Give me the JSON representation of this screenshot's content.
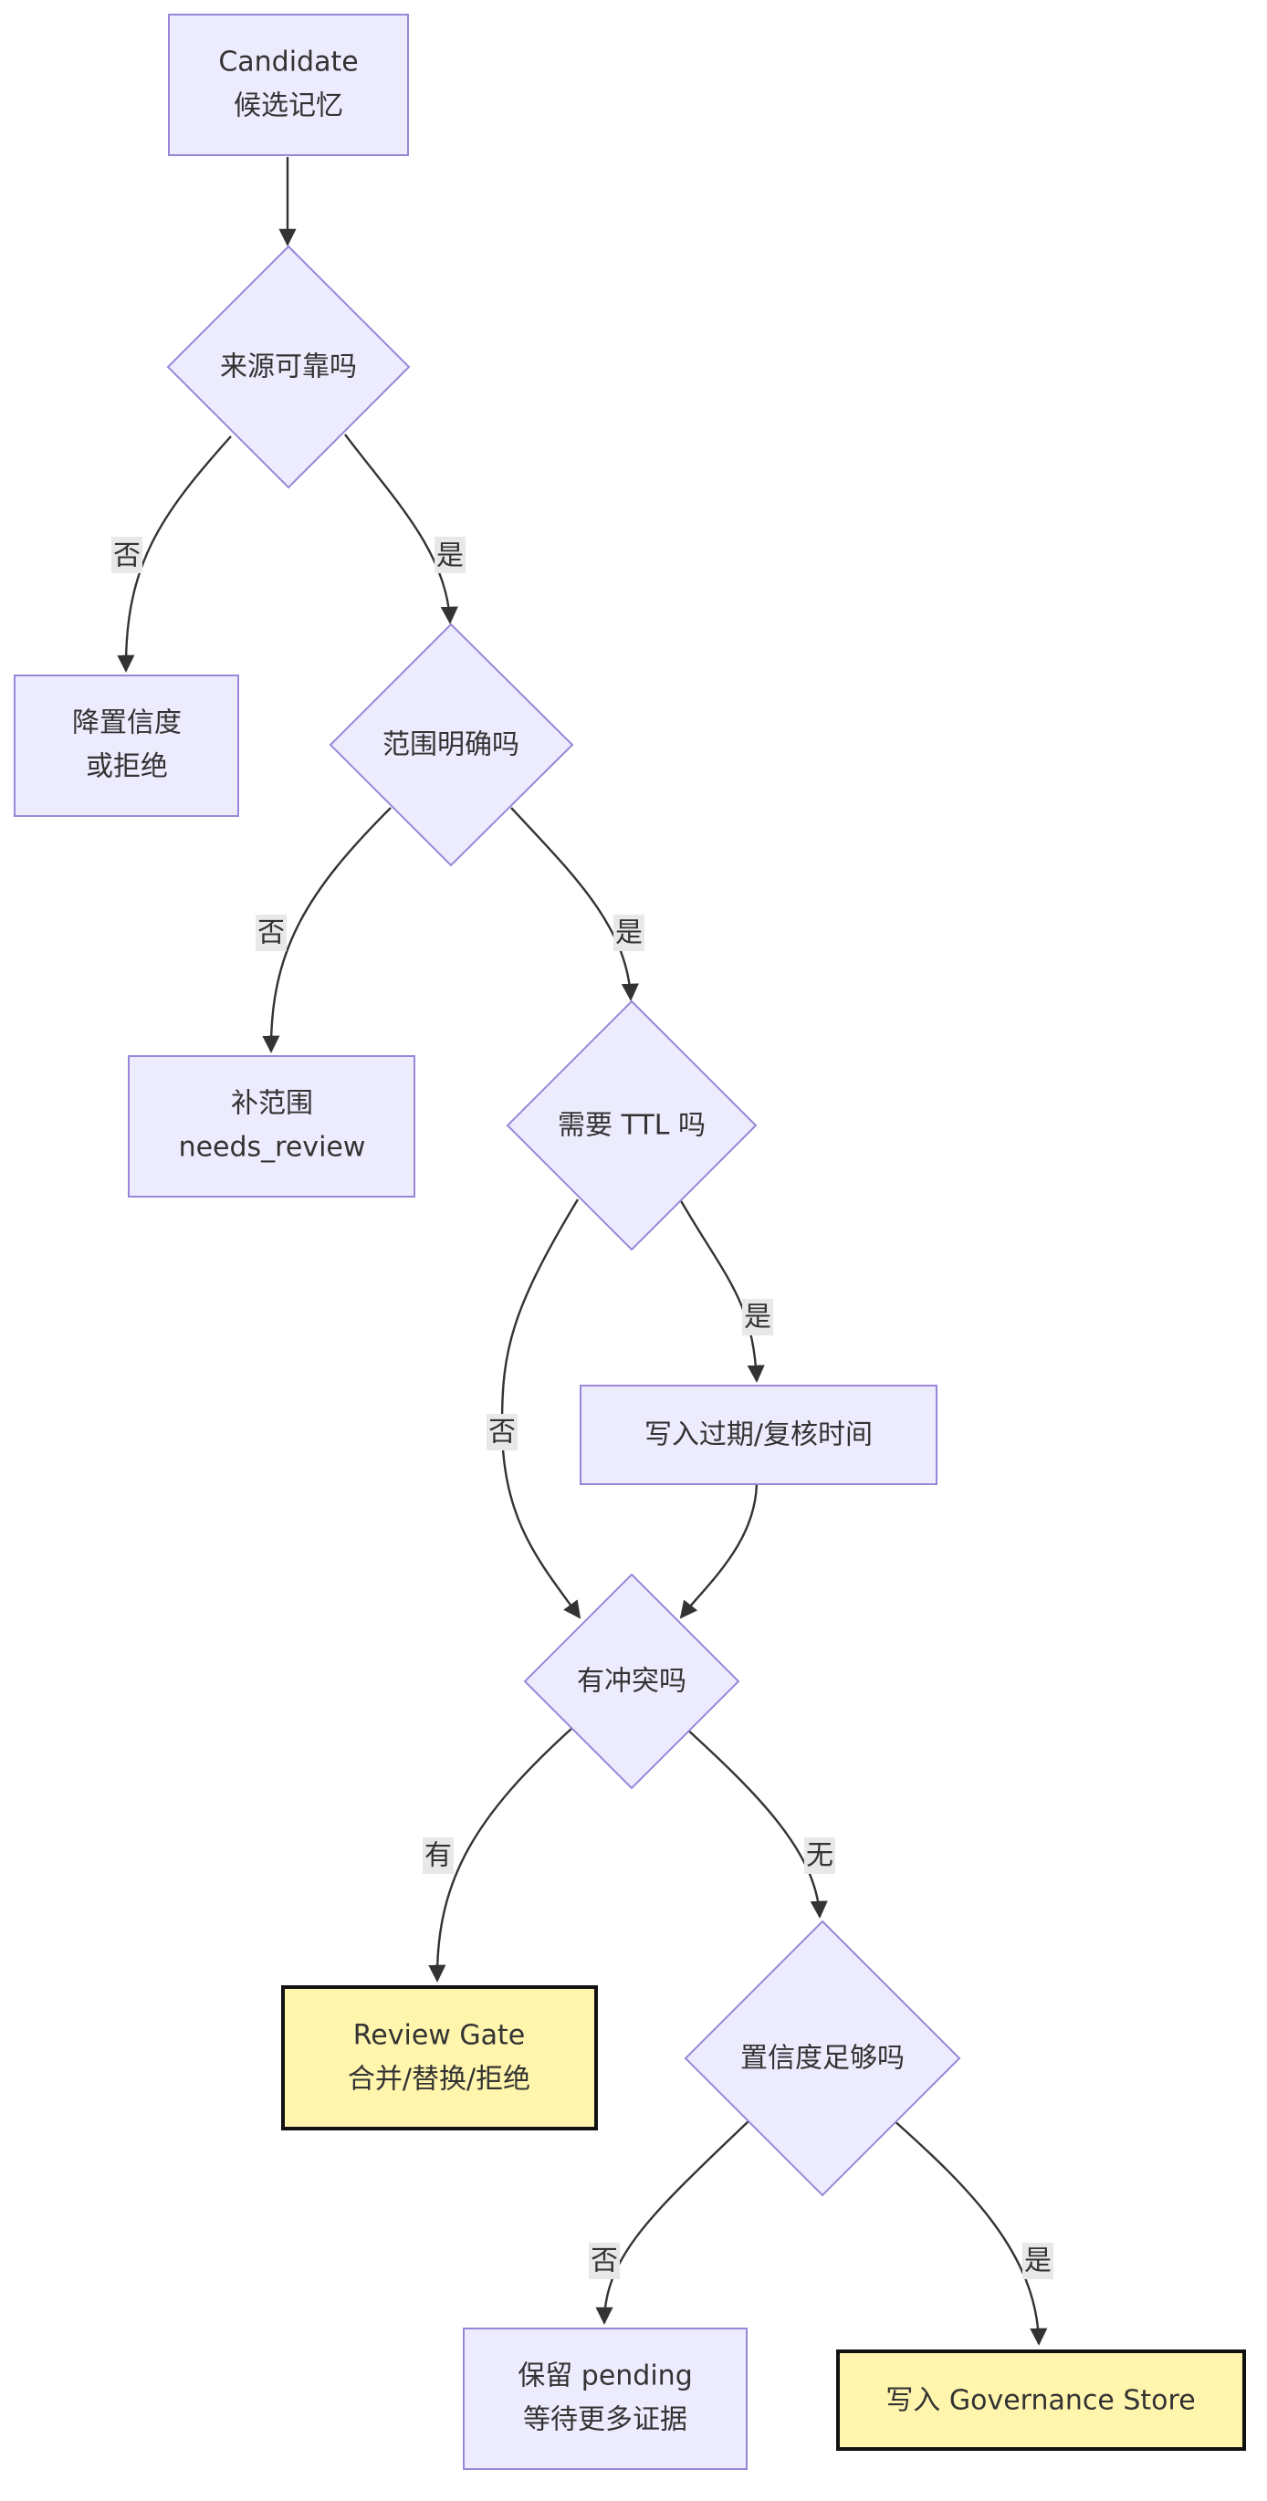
{
  "nodes": {
    "candidate": {
      "line1": "Candidate",
      "line2": "候选记忆"
    },
    "source_reliable": {
      "label": "来源可靠吗"
    },
    "lower_confidence": {
      "line1": "降置信度",
      "line2": "或拒绝"
    },
    "scope_clear": {
      "label": "范围明确吗"
    },
    "add_scope": {
      "line1": "补范围",
      "line2": "needs_review"
    },
    "need_ttl": {
      "label": "需要 TTL 吗"
    },
    "write_expiry": {
      "label": "写入过期/复核时间"
    },
    "has_conflict": {
      "label": "有冲突吗"
    },
    "review_gate": {
      "line1": "Review Gate",
      "line2": "合并/替换/拒绝"
    },
    "confidence_enough": {
      "label": "置信度足够吗"
    },
    "keep_pending": {
      "line1": "保留 pending",
      "line2": "等待更多证据"
    },
    "write_store": {
      "label": "写入 Governance Store"
    }
  },
  "edges": {
    "source_no": "否",
    "source_yes": "是",
    "scope_no": "否",
    "scope_yes": "是",
    "ttl_no": "否",
    "ttl_yes": "是",
    "conflict_yes": "有",
    "conflict_no": "无",
    "confidence_no": "否",
    "confidence_yes": "是"
  },
  "colors": {
    "node_fill": "#ececfe",
    "node_stroke": "#9a86d8",
    "highlight_fill": "#fff5ad",
    "highlight_stroke": "#111111",
    "edge": "#333333",
    "edge_label_bg": "#e8e8e8"
  }
}
